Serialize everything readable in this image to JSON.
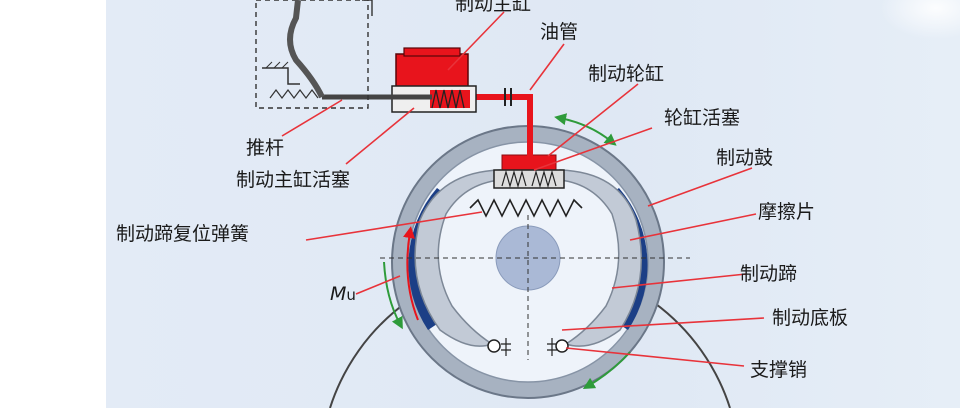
{
  "labels": {
    "master_cylinder": "制动主缸",
    "oil_pipe": "油管",
    "wheel_cylinder": "制动轮缸",
    "wheel_piston": "轮缸活塞",
    "drum": "制动鼓",
    "friction_pad": "摩擦片",
    "shoe": "制动蹄",
    "backing_plate": "制动底板",
    "support_pin": "支撑销",
    "push_rod": "推杆",
    "master_piston": "制动主缸活塞",
    "return_spring": "制动蹄复位弹簧",
    "moment_m": "M",
    "moment_sub": "u"
  },
  "colors": {
    "hydraulic_red": "#e8141c",
    "leader_red": "#e8333a",
    "drum_gray": "#9aa6b6",
    "shoe_blue": "#1c3f86",
    "arrow_green": "#2e9b3a",
    "panel_bg": "#e3ebf6"
  }
}
